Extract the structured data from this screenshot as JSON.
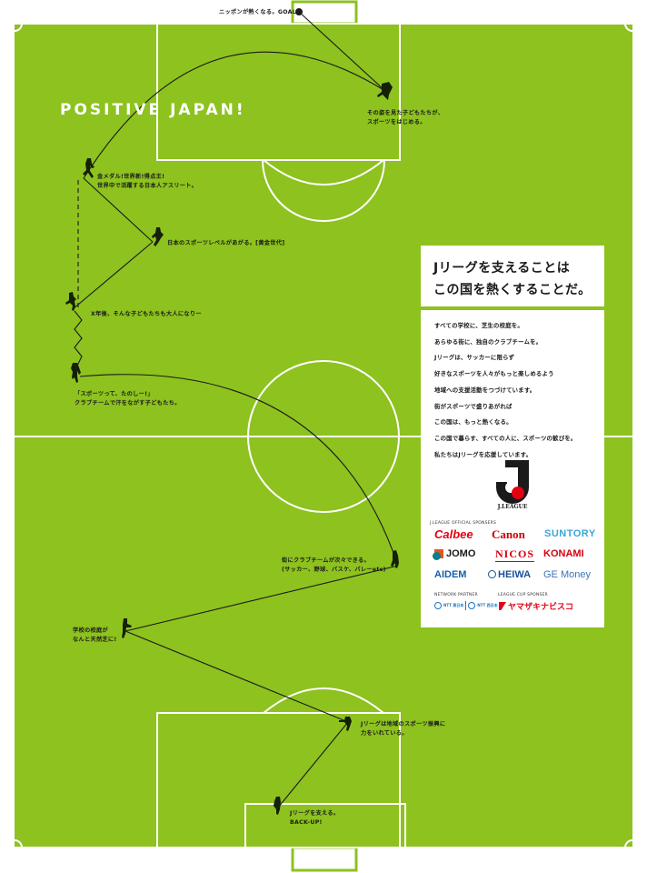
{
  "colors": {
    "pitch_green": "#8dc21f",
    "line_white": "#ffffff",
    "ink": "#1a1a1a",
    "calbee_red": "#e60012",
    "canon_red": "#cc0000",
    "suntory_blue": "#3aa6d9",
    "konami_red": "#d7000f",
    "nicos_red": "#d7000f",
    "aidem_blue": "#1560a8",
    "heiwa_blue": "#1b4f9c",
    "ge_blue": "#3b73b9",
    "yamazaki_red": "#e60012"
  },
  "headline": "POSITIVE JAPAN!",
  "captions": {
    "goal": "ニッポンが熱くなる。GOAL!",
    "children_start": [
      "その姿を見た子どもたちが、",
      "スポーツをはじめる。"
    ],
    "athletes": [
      "金メダル!世界新!得点王!",
      "世界中で活躍する日本人アスリート。"
    ],
    "level_up": "日本のスポーツレベルがあがる。[黄金世代]",
    "x_years": "X年後、そんな子どもたちも大人になりー",
    "fun": [
      "「スポーツって、たのしー!」",
      "クラブチームで汗をながす子どもたち。"
    ],
    "clubs": [
      "街にクラブチームが次々できる。",
      "(サッカー、野球、バスケ、バレーetc)"
    ],
    "school_lawn": [
      "学校の校庭が",
      "なんと天然芝に!"
    ],
    "regional": [
      "Jリーグは地域のスポーツ振興に",
      "力をいれている。"
    ],
    "backup": [
      "Jリーグを支える。",
      "BACK-UP!"
    ]
  },
  "panel": {
    "title": [
      "Jリーグを支えることは",
      "この国を熱くすることだ。"
    ],
    "body": [
      "すべての学校に、芝生の校庭を。",
      "あらゆる街に、独自のクラブチームを。",
      "Jリーグは、サッカーに限らず",
      "好きなスポーツを人々がもっと楽しめるよう",
      "地域への支援活動をつづけています。",
      "街がスポーツで盛りあがれば",
      "この国は、もっと熱くなる。",
      "この国で暮らす、すべての人に、スポーツの歓びを。",
      "私たちはJリーグを応援しています。"
    ],
    "logo_name": "J.LEAGUE",
    "official_sponsors_label": "J.LEAGUE OFFICIAL SPONSERS",
    "sponsors": [
      "Calbee",
      "Canon",
      "SUNTORY",
      "JOMO",
      "NICOS",
      "KONAMI",
      "AIDEM",
      "HEIWA",
      "GE Money"
    ],
    "network_partner_label": "NETWORK PARTNER",
    "network_partners": [
      "NTT 東日本",
      "NTT 西日本"
    ],
    "cup_sponsor_label": "LEAGUE CUP SPONSER",
    "cup_sponsor": "ヤマザキナビスコ"
  }
}
